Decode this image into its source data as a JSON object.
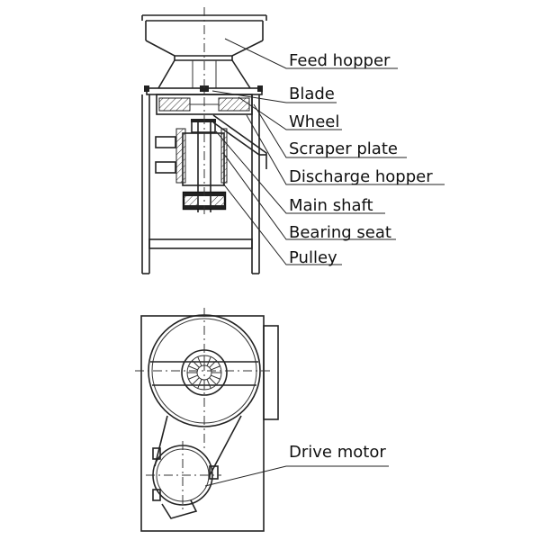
{
  "labels": {
    "feed_hopper": "Feed hopper",
    "blade": "Blade",
    "wheel": "Wheel",
    "scraper_plate": "Scraper plate",
    "discharge_hopper": "Discharge hopper",
    "main_shaft": "Main shaft",
    "bearing_seat": "Bearing seat",
    "pulley": "Pulley",
    "drive_motor": "Drive motor"
  }
}
